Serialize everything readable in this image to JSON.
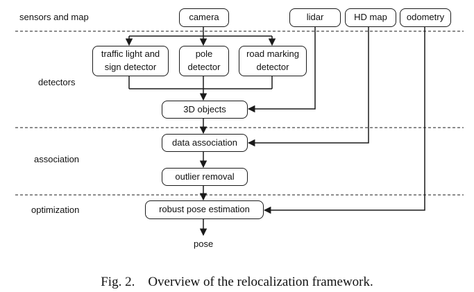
{
  "lanes": {
    "sensors": "sensors and map",
    "detectors": "detectors",
    "association": "association",
    "optimization": "optimization"
  },
  "nodes": {
    "camera": "camera",
    "lidar": "lidar",
    "hd_map": "HD map",
    "odometry": "odometry",
    "traffic_detector": "traffic light and\nsign detector",
    "pole_detector": "pole\ndetector",
    "road_marking_detector": "road marking\ndetector",
    "objects_3d": "3D objects",
    "data_association": "data association",
    "outlier_removal": "outlier removal",
    "pose_estimation": "robust pose estimation",
    "pose": "pose"
  },
  "caption": "Fig. 2.    Overview of the relocalization framework."
}
